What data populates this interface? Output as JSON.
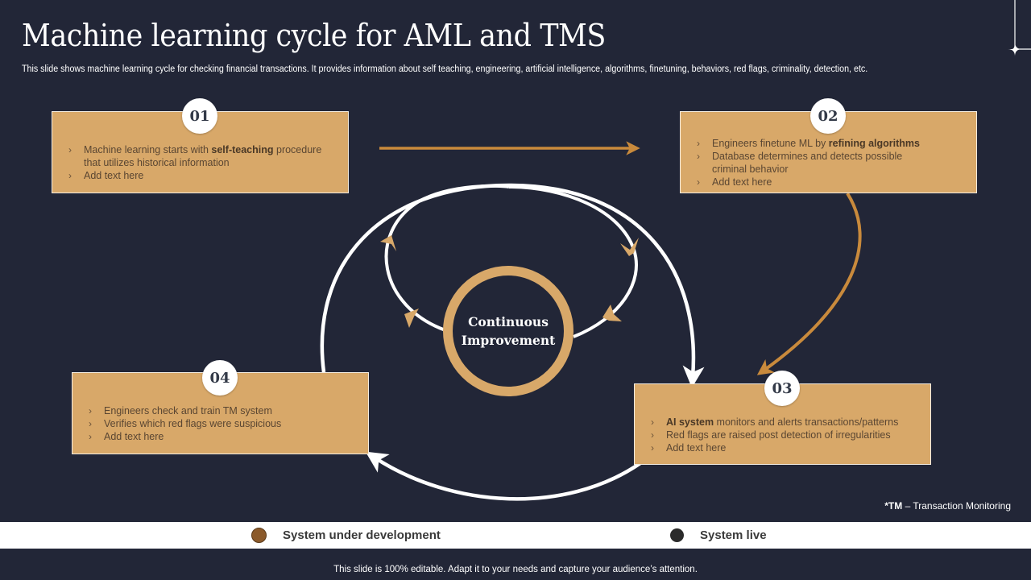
{
  "slide": {
    "title": "Machine learning cycle for AML and TMS",
    "subtitle": "This slide shows machine learning cycle for checking financial transactions. It provides information about self teaching, engineering, artificial intelligence, algorithms, finetuning, behaviors, red flags, criminality, detection, etc."
  },
  "colors": {
    "background": "#222637",
    "card": "#d8a869",
    "accent_arrow": "#c98a3c",
    "white": "#ffffff",
    "legend_development": "#8b5a2b",
    "legend_live": "#2b2b2b"
  },
  "steps": [
    {
      "number": "01",
      "bullets": [
        {
          "pre": "Machine learning starts with ",
          "bold": "self-teaching",
          "post": " procedure that utilizes historical information"
        },
        {
          "pre": "Add text here",
          "bold": "",
          "post": ""
        }
      ]
    },
    {
      "number": "02",
      "bullets": [
        {
          "pre": "Engineers finetune ML by ",
          "bold": "refining algorithms",
          "post": ""
        },
        {
          "pre": "Database determines and detects possible criminal behavior",
          "bold": "",
          "post": ""
        },
        {
          "pre": "Add text here",
          "bold": "",
          "post": ""
        }
      ]
    },
    {
      "number": "03",
      "bullets": [
        {
          "pre": "",
          "bold": "AI system",
          "post": " monitors and alerts transactions/patterns"
        },
        {
          "pre": "Red flags are raised post detection of irregularities",
          "bold": "",
          "post": ""
        },
        {
          "pre": "Add text here",
          "bold": "",
          "post": ""
        }
      ]
    },
    {
      "number": "04",
      "bullets": [
        {
          "pre": "Engineers check and train TM system",
          "bold": "",
          "post": ""
        },
        {
          "pre": "Verifies which red flags were suspicious",
          "bold": "",
          "post": ""
        },
        {
          "pre": "Add text here",
          "bold": "",
          "post": ""
        }
      ]
    }
  ],
  "center": {
    "line1": "Continuous",
    "line2": "Improvement"
  },
  "footnote": {
    "abbr": "*TM",
    "text": " – Transaction Monitoring"
  },
  "legend": [
    {
      "label": "System under development",
      "color": "#8b5a2b"
    },
    {
      "label": "System live",
      "color": "#2b2b2b"
    }
  ],
  "bottom_note": "This slide is 100% editable. Adapt it to your needs and capture your audience’s attention."
}
